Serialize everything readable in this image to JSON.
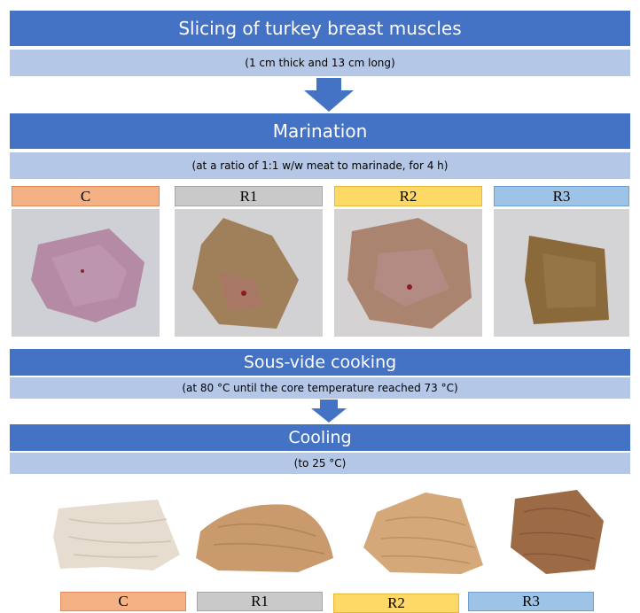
{
  "steps": {
    "slicing": {
      "title": "Slicing of turkey breast muscles",
      "detail": "(1 cm thick and 13 cm long)"
    },
    "marination": {
      "title": "Marination",
      "detail": "(at a ratio of 1:1 w/w meat to marinade, for 4 h)"
    },
    "sous_vide": {
      "title": "Sous-vide cooking",
      "detail": "(at 80 °C until the core temperature reached 73 °C)"
    },
    "cooling": {
      "title": "Cooling",
      "detail": "(to 25 °C)"
    }
  },
  "samples": [
    "C",
    "R1",
    "R2",
    "R3"
  ],
  "colors": {
    "header_bar": "#4472c4",
    "detail_bar": "#b4c7e7",
    "C": "#f4b183",
    "R1": "#c9c9c9",
    "R2": "#ffd966",
    "R3": "#9dc3e6"
  }
}
